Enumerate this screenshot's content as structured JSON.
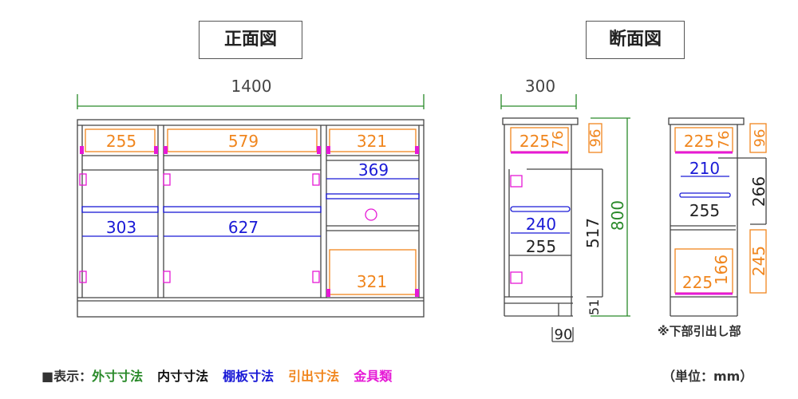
{
  "titles": {
    "front": "正面図",
    "section": "断面図"
  },
  "colors": {
    "outer": "#2a8a2a",
    "inner": "#111111",
    "shelf": "#1a1ad6",
    "drawer": "#f0861e",
    "hardware": "#e619d6"
  },
  "front": {
    "width": "1400",
    "drawers_top": [
      "255",
      "579",
      "321"
    ],
    "shelves": [
      "303",
      "627"
    ],
    "right_shelf": "369",
    "bottom_drawer": "321"
  },
  "section_left": {
    "depth": "300",
    "drawer_depth": "225",
    "drawer_height": "76",
    "drawer_outer": "96",
    "shelf_depth": "240",
    "inner_depth": "255",
    "inner_height": "517",
    "plinth": "51",
    "height": "800",
    "toe": "90"
  },
  "section_right": {
    "drawer_depth": "225",
    "drawer_height": "76",
    "drawer_outer": "96",
    "shelf_depth": "210",
    "inner_depth": "255",
    "inner_height": "266",
    "bottom_outer": "245",
    "bottom_drawer_height": "166",
    "bottom_drawer_depth": "225",
    "note": "※下部引出し部"
  },
  "legend": {
    "prefix": "■表示：",
    "outer": "外寸寸法",
    "inner": "内寸寸法",
    "shelf": "棚板寸法",
    "drawer": "引出寸法",
    "hardware": "金具類"
  },
  "unit": "（単位：mm）"
}
